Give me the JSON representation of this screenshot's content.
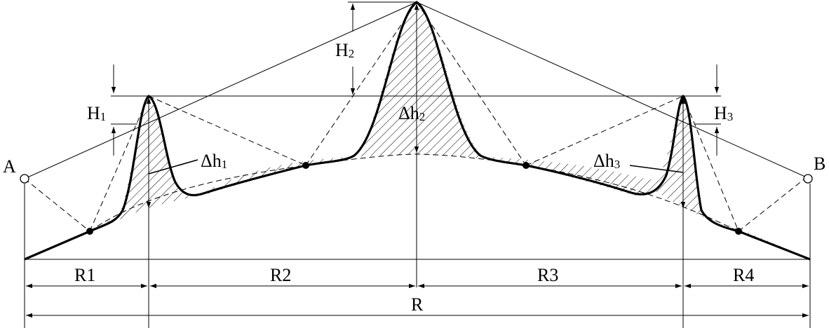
{
  "points": {
    "a": "A",
    "b": "B"
  },
  "heights": {
    "h1": {
      "main": "H",
      "sub": "1"
    },
    "h2": {
      "main": "H",
      "sub": "2"
    },
    "h3": {
      "main": "H",
      "sub": "3"
    }
  },
  "deltas": {
    "dh1": {
      "main": "Δh",
      "sub": "1"
    },
    "dh2": {
      "main": "Δh",
      "sub": "2"
    },
    "dh3": {
      "main": "Δh",
      "sub": "3"
    }
  },
  "ranges": {
    "r1": "R1",
    "r2": "R2",
    "r3": "R3",
    "r4": "R4",
    "total": "R"
  }
}
